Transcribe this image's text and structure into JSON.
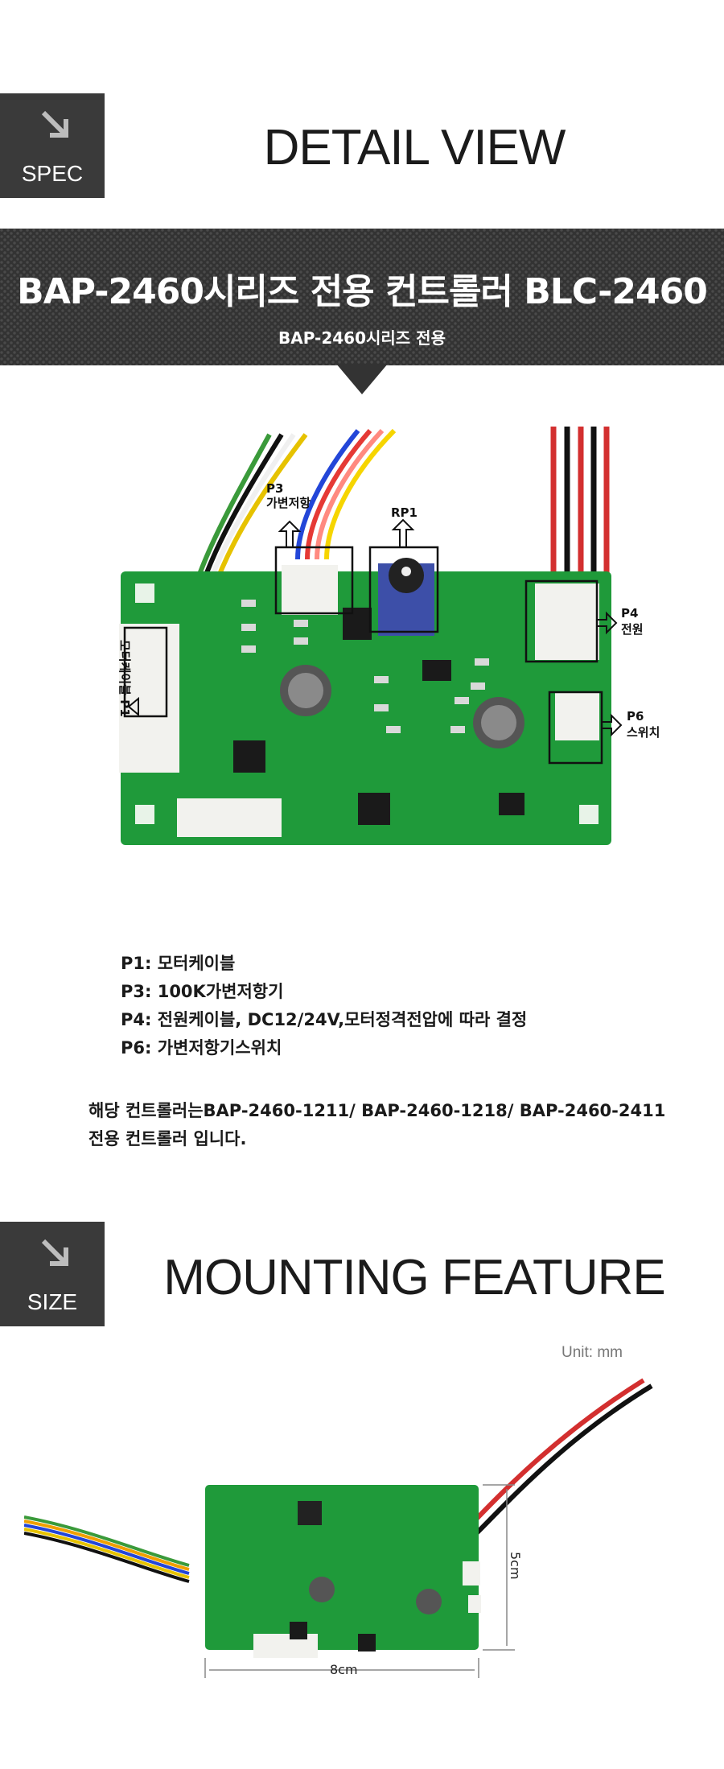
{
  "spec_badge": {
    "label": "SPEC",
    "icon": "arrow-down-right-icon"
  },
  "detail_title": "DETAIL VIEW",
  "banner": {
    "title": "BAP-2460시리즈 전용 컨트롤러 BLC-2460",
    "subtitle": "BAP-2460시리즈 전용"
  },
  "board_labels": {
    "p1": "모터케이블 P1",
    "p3_code": "P3",
    "p3_name": "가변저항",
    "rp1": "RP1",
    "p4_code": "P4",
    "p4_name": "전원",
    "p6_code": "P6",
    "p6_name": "스위치"
  },
  "spec_list": [
    "P1: 모터케이블",
    "P3: 100K가변저항기",
    "P4: 전원케이블, DC12/24V,모터정격전압에 따라 결정",
    "P6: 가변저항기스위치"
  ],
  "note": {
    "line1": "해당 컨트롤러는BAP-2460-1211/ BAP-2460-1218/ BAP-2460-2411",
    "line2": "전용 컨트롤러 입니다."
  },
  "size_badge": {
    "label": "SIZE",
    "icon": "arrow-down-right-icon"
  },
  "mount_title": "MOUNTING FEATURE",
  "unit": "Unit: mm",
  "dimensions": {
    "height": "5cm",
    "width": "8cm"
  },
  "colors": {
    "badge": "#3a3a3a",
    "pcb": "#1f9a3a",
    "banner": "#333333"
  }
}
